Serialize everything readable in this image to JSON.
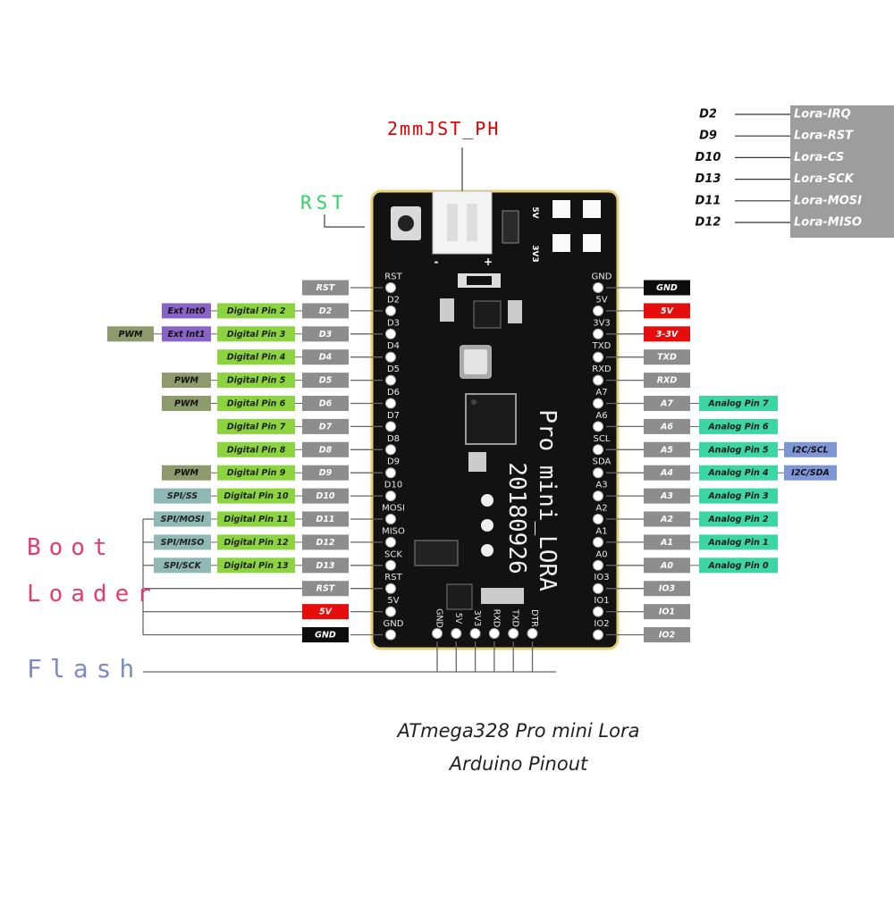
{
  "title_lines": [
    "ATmega328 Pro mini Lora",
    "Arduino Pinout"
  ],
  "connector_label": "2mmJST_PH",
  "rst_label": "RST",
  "boot_loader_label": [
    "Boot",
    "Loader"
  ],
  "flash_label": "Flash",
  "board": {
    "name": "Pro mini_LORA",
    "date": "20180926",
    "left_silk": [
      "RST",
      "D2",
      "D3",
      "D4",
      "D5",
      "D6",
      "D7",
      "D8",
      "D9",
      "D10",
      "MOSI",
      "MISO",
      "SCK",
      "RST",
      "5V",
      "GND"
    ],
    "right_silk": [
      "GND",
      "5V",
      "3V3",
      "TXD",
      "RXD",
      "A7",
      "A6",
      "SCL",
      "SDA",
      "A3",
      "A2",
      "A1",
      "A0",
      "IO3",
      "IO1",
      "IO2"
    ],
    "bottom_silk": [
      "GND",
      "5V",
      "3V3",
      "RXD",
      "TXD",
      "DTR"
    ],
    "selector": [
      "5V",
      "3V3"
    ],
    "jst_marks": [
      "-",
      "+"
    ]
  },
  "lora_map": [
    {
      "pin": "D2",
      "signal": "Lora-IRQ"
    },
    {
      "pin": "D9",
      "signal": "Lora-RST"
    },
    {
      "pin": "D10",
      "signal": "Lora-CS"
    },
    {
      "pin": "D13",
      "signal": "Lora-SCK"
    },
    {
      "pin": "D11",
      "signal": "Lora-MOSI"
    },
    {
      "pin": "D12",
      "signal": "Lora-MISO"
    }
  ],
  "left_pins": [
    {
      "pin": "RST"
    },
    {
      "pin": "D2",
      "digital": "Digital Pin 2",
      "ext": "Ext Int0"
    },
    {
      "pin": "D3",
      "digital": "Digital Pin 3",
      "ext": "Ext Int1",
      "pwm": "PWM"
    },
    {
      "pin": "D4",
      "digital": "Digital Pin 4"
    },
    {
      "pin": "D5",
      "digital": "Digital Pin 5",
      "pwm": "PWM"
    },
    {
      "pin": "D6",
      "digital": "Digital Pin 6",
      "pwm": "PWM"
    },
    {
      "pin": "D7",
      "digital": "Digital Pin 7"
    },
    {
      "pin": "D8",
      "digital": "Digital Pin 8"
    },
    {
      "pin": "D9",
      "digital": "Digital Pin 9",
      "pwm": "PWM"
    },
    {
      "pin": "D10",
      "digital": "Digital Pin 10",
      "spi": "SPI/SS"
    },
    {
      "pin": "D11",
      "digital": "Digital Pin 11",
      "spi": "SPI/MOSI"
    },
    {
      "pin": "D12",
      "digital": "Digital Pin 12",
      "spi": "SPI/MISO"
    },
    {
      "pin": "D13",
      "digital": "Digital Pin 13",
      "spi": "SPI/SCK"
    },
    {
      "pin": "RST"
    },
    {
      "pin": "5V",
      "kind": "power"
    },
    {
      "pin": "GND",
      "kind": "ground"
    }
  ],
  "right_pins": [
    {
      "pin": "GND",
      "kind": "ground"
    },
    {
      "pin": "5V",
      "kind": "power"
    },
    {
      "pin": "3-3V",
      "kind": "power"
    },
    {
      "pin": "TXD"
    },
    {
      "pin": "RXD"
    },
    {
      "pin": "A7",
      "analog": "Analog Pin 7"
    },
    {
      "pin": "A6",
      "analog": "Analog Pin 6"
    },
    {
      "pin": "A5",
      "analog": "Analog Pin 5",
      "i2c": "I2C/SCL"
    },
    {
      "pin": "A4",
      "analog": "Analog Pin 4",
      "i2c": "I2C/SDA"
    },
    {
      "pin": "A3",
      "analog": "Analog Pin 3"
    },
    {
      "pin": "A2",
      "analog": "Analog Pin 2"
    },
    {
      "pin": "A1",
      "analog": "Analog Pin 1"
    },
    {
      "pin": "A0",
      "analog": "Analog Pin 0"
    },
    {
      "pin": "IO3"
    },
    {
      "pin": "IO1"
    },
    {
      "pin": "IO2"
    }
  ],
  "colors": {
    "pin_gray": "#8d8d8d",
    "power_red": "#e60d0d",
    "ground_black": "#0c0c0c",
    "digital_green": "#8bd33f",
    "analog_teal": "#3bd6a4",
    "ext_purple": "#8a63c9",
    "pwm_olive": "#8c9a6c",
    "spi_teal": "#8fb9b5",
    "i2c_blue": "#7f96d6",
    "lora_gray": "#9d9d9d",
    "board": "#121212",
    "board_edge": "#e8cf7a",
    "boot_pink": "#e33c6e",
    "flash_blue": "#7a8cc7",
    "jst_red": "#e00000",
    "rst_green": "#2fd35f"
  }
}
